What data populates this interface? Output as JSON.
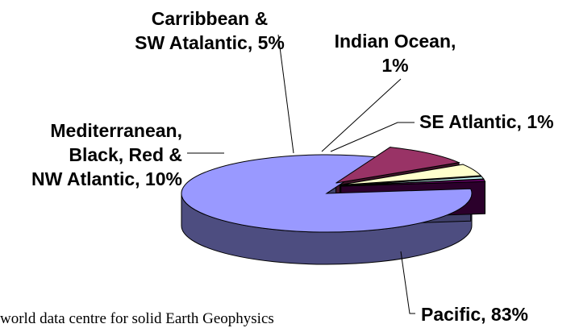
{
  "chart_data": {
    "type": "pie",
    "title": "",
    "categories": [
      "Pacific",
      "Mediterranean, Black, Red & NW Atlantic",
      "Carribbean & SW Atalantic",
      "Indian Ocean",
      "SE Atlantic"
    ],
    "values": [
      83,
      10,
      5,
      1,
      1
    ],
    "colors": [
      "#9999ff",
      "#993366",
      "#ffffcc",
      "#ccffff",
      "#660066"
    ],
    "exploded": true,
    "three_d": true,
    "labels": {
      "pacific": [
        "Pacific, 83%"
      ],
      "med": [
        "Mediterranean,",
        "Black, Red &",
        "NW Atlantic, 10%"
      ],
      "carib": [
        "Carribbean &",
        "SW Atalantic, 5%"
      ],
      "indian": [
        "Indian Ocean,",
        "1%"
      ],
      "se": [
        "SE Atlantic, 1%"
      ]
    }
  },
  "source_text": "world data centre for solid Earth Geophysics"
}
